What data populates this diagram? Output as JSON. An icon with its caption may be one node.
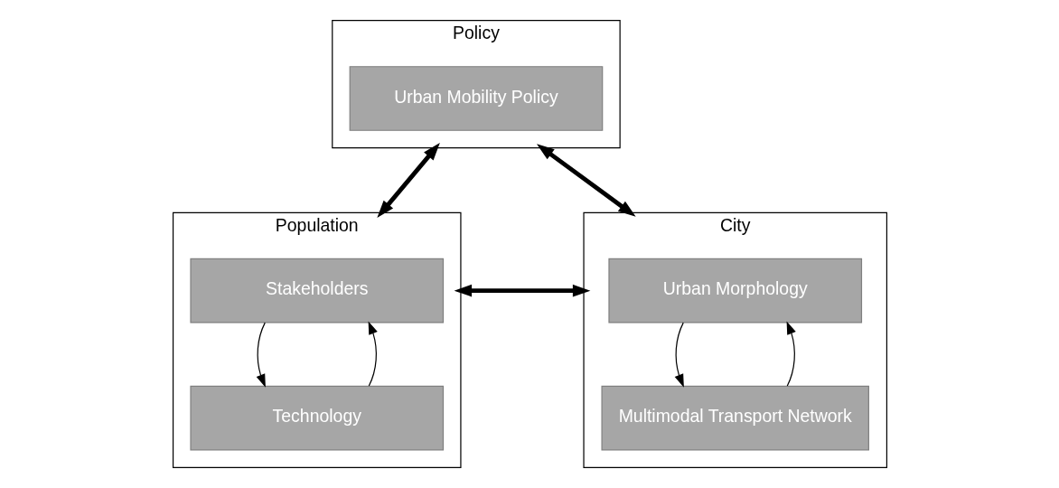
{
  "diagram": {
    "nodes": [
      {
        "text": [
          "Policy"
        ]
      },
      {
        "text": [
          "Urban Mobility Policy"
        ],
        "in": 0
      },
      {
        "text": [
          "Population"
        ]
      },
      {
        "text": [
          "Stakeholders"
        ],
        "in": 2
      },
      {
        "text": [
          "Technology"
        ],
        "in": 2
      },
      {
        "text": [
          "City"
        ]
      },
      {
        "text": [
          "Urban Morphology"
        ],
        "in": 5
      },
      {
        "text": [
          "Multimodal Transport Network"
        ],
        "in": 5
      }
    ],
    "edges": [
      {
        "from": 0,
        "to": 2,
        "arrow": "both",
        "style": "thick"
      },
      {
        "from": 0,
        "to": 5,
        "arrow": "both",
        "style": "thick"
      },
      {
        "from": 2,
        "to": 5,
        "arrow": "both",
        "style": "thick"
      },
      {
        "from": 3,
        "to": 4,
        "arrow": "to"
      },
      {
        "from": 4,
        "to": 3,
        "arrow": "to"
      },
      {
        "from": 6,
        "to": 7,
        "arrow": "to"
      },
      {
        "from": 7,
        "to": 6,
        "arrow": "to"
      }
    ]
  }
}
